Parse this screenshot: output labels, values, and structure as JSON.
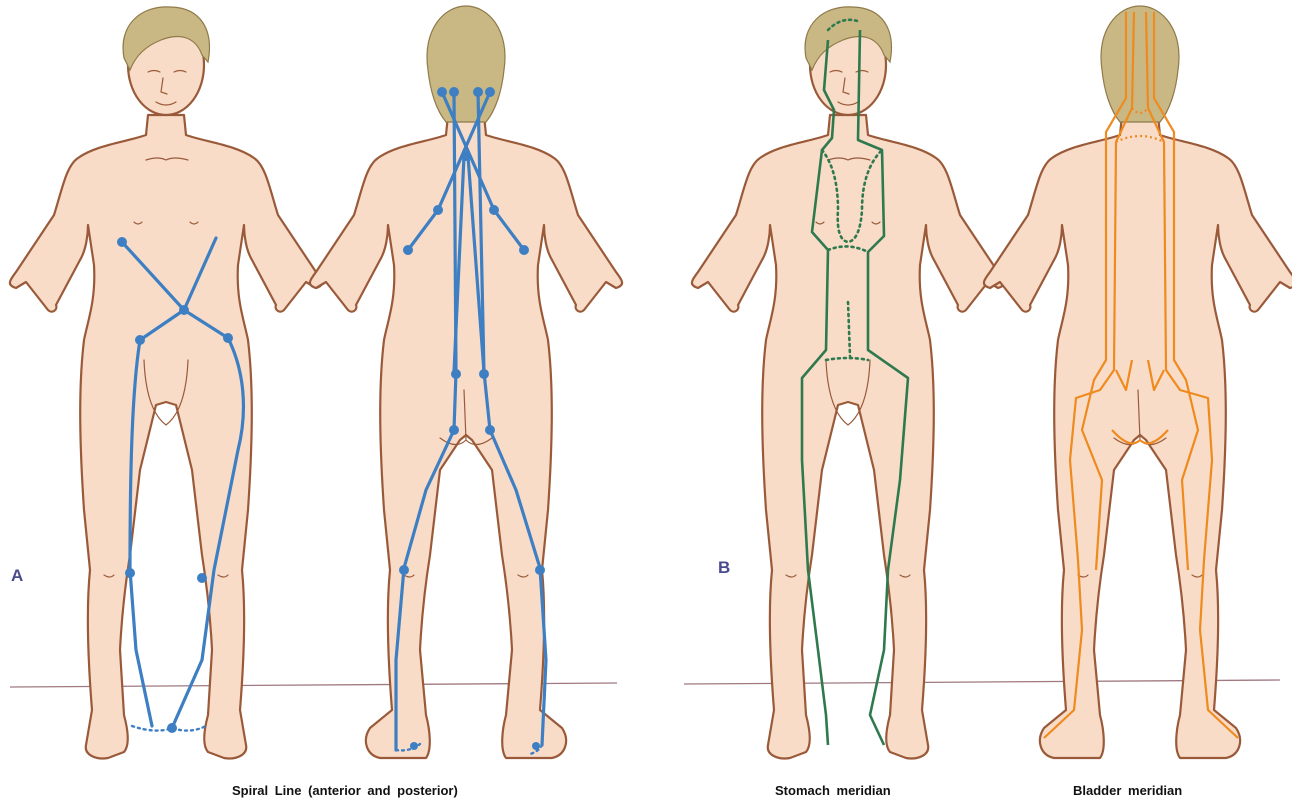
{
  "panels": {
    "a": {
      "letter": "A",
      "caption": "Spiral Line (anterior and posterior)"
    },
    "b": {
      "letter": "B",
      "stomach_caption": "Stomach meridian",
      "bladder_caption": "Bladder meridian"
    }
  },
  "colors": {
    "spiral_line": "#3d7fc2",
    "stomach_meridian": "#2e7a4e",
    "bladder_meridian": "#ef8a1e",
    "panel_letter": "#4a4a8c",
    "skin": "#f8dcc8",
    "hair": "#c9b884"
  }
}
